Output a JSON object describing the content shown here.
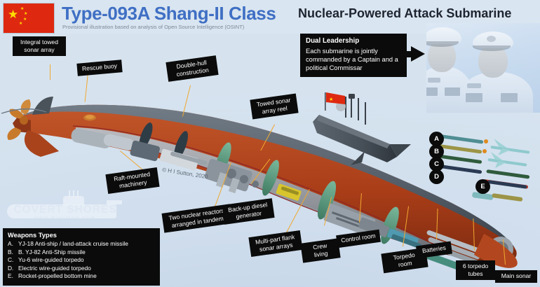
{
  "header": {
    "flag_name": "china-flag",
    "title_main": "Type-093A Shang-II Class",
    "title_sub": "Nuclear-Powered Attack Submarine",
    "subtitle": "Provisional illustration based on analysis of Open Source Intelligence (OSINT)",
    "title_color": "#3f6fc4",
    "title_sub_color": "#1d2430"
  },
  "callout": {
    "heading": "Dual Leadership",
    "body": "Each submarine is jointly commanded by a Captain and a political Commissar"
  },
  "labels": [
    {
      "id": "integral-towed-sonar-array",
      "text": "Integral towed\nsonar array"
    },
    {
      "id": "rescue-buoy",
      "text": "Rescue buoy"
    },
    {
      "id": "double-hull-construction",
      "text": "Double-hull\nconstruction"
    },
    {
      "id": "towed-sonar-array-reel",
      "text": "Towed sonar\narray reel"
    },
    {
      "id": "raft-mounted-machinery",
      "text": "Raft-mounted\nmachinery"
    },
    {
      "id": "two-nuclear-reactors",
      "text": "Two nuclear reactors\narranged in tandem"
    },
    {
      "id": "back-up-diesel-generator",
      "text": "Back-up diesel\ngenerator"
    },
    {
      "id": "multi-part-flank-sonar-arrays",
      "text": "Multi-part flank\nsonar arrays"
    },
    {
      "id": "crew-living",
      "text": "Crew living"
    },
    {
      "id": "control-room",
      "text": "Control room"
    },
    {
      "id": "torpedo-room",
      "text": "Torpedo room"
    },
    {
      "id": "batteries",
      "text": "Batteries"
    },
    {
      "id": "six-torpedo-tubes",
      "text": "6 torpedo\ntubes"
    },
    {
      "id": "main-sonar",
      "text": "Main sonar"
    }
  ],
  "weapon_index": [
    "A",
    "B",
    "C",
    "D",
    "E"
  ],
  "legend": {
    "title": "Weapons Types",
    "items": [
      {
        "key": "A.",
        "text": "YJ-18 Anti-ship / land-attack cruise missile"
      },
      {
        "key": "B.",
        "text": "B. YJ-82 Anti-Ship missile"
      },
      {
        "key": "C.",
        "text": "Yu-6 wire-guided torpedo"
      },
      {
        "key": "D.",
        "text": "Electric wire-guided torpedo"
      },
      {
        "key": "E.",
        "text": "Rocket-propelled bottom mine"
      }
    ]
  },
  "watermark": {
    "name": "COVERT SHORES",
    "url": "www.hisutton.com"
  },
  "copyright": "© H I Sutton, 2020",
  "palette": {
    "background": "#cfdded",
    "hull_outer": "#b5431f",
    "hull_upper": "#5b646e",
    "internals": "#9aa3ac",
    "bulkhead_green": "#5f9e84",
    "leader_line": "#f0a830",
    "label_bg": "#0b0b0b"
  }
}
